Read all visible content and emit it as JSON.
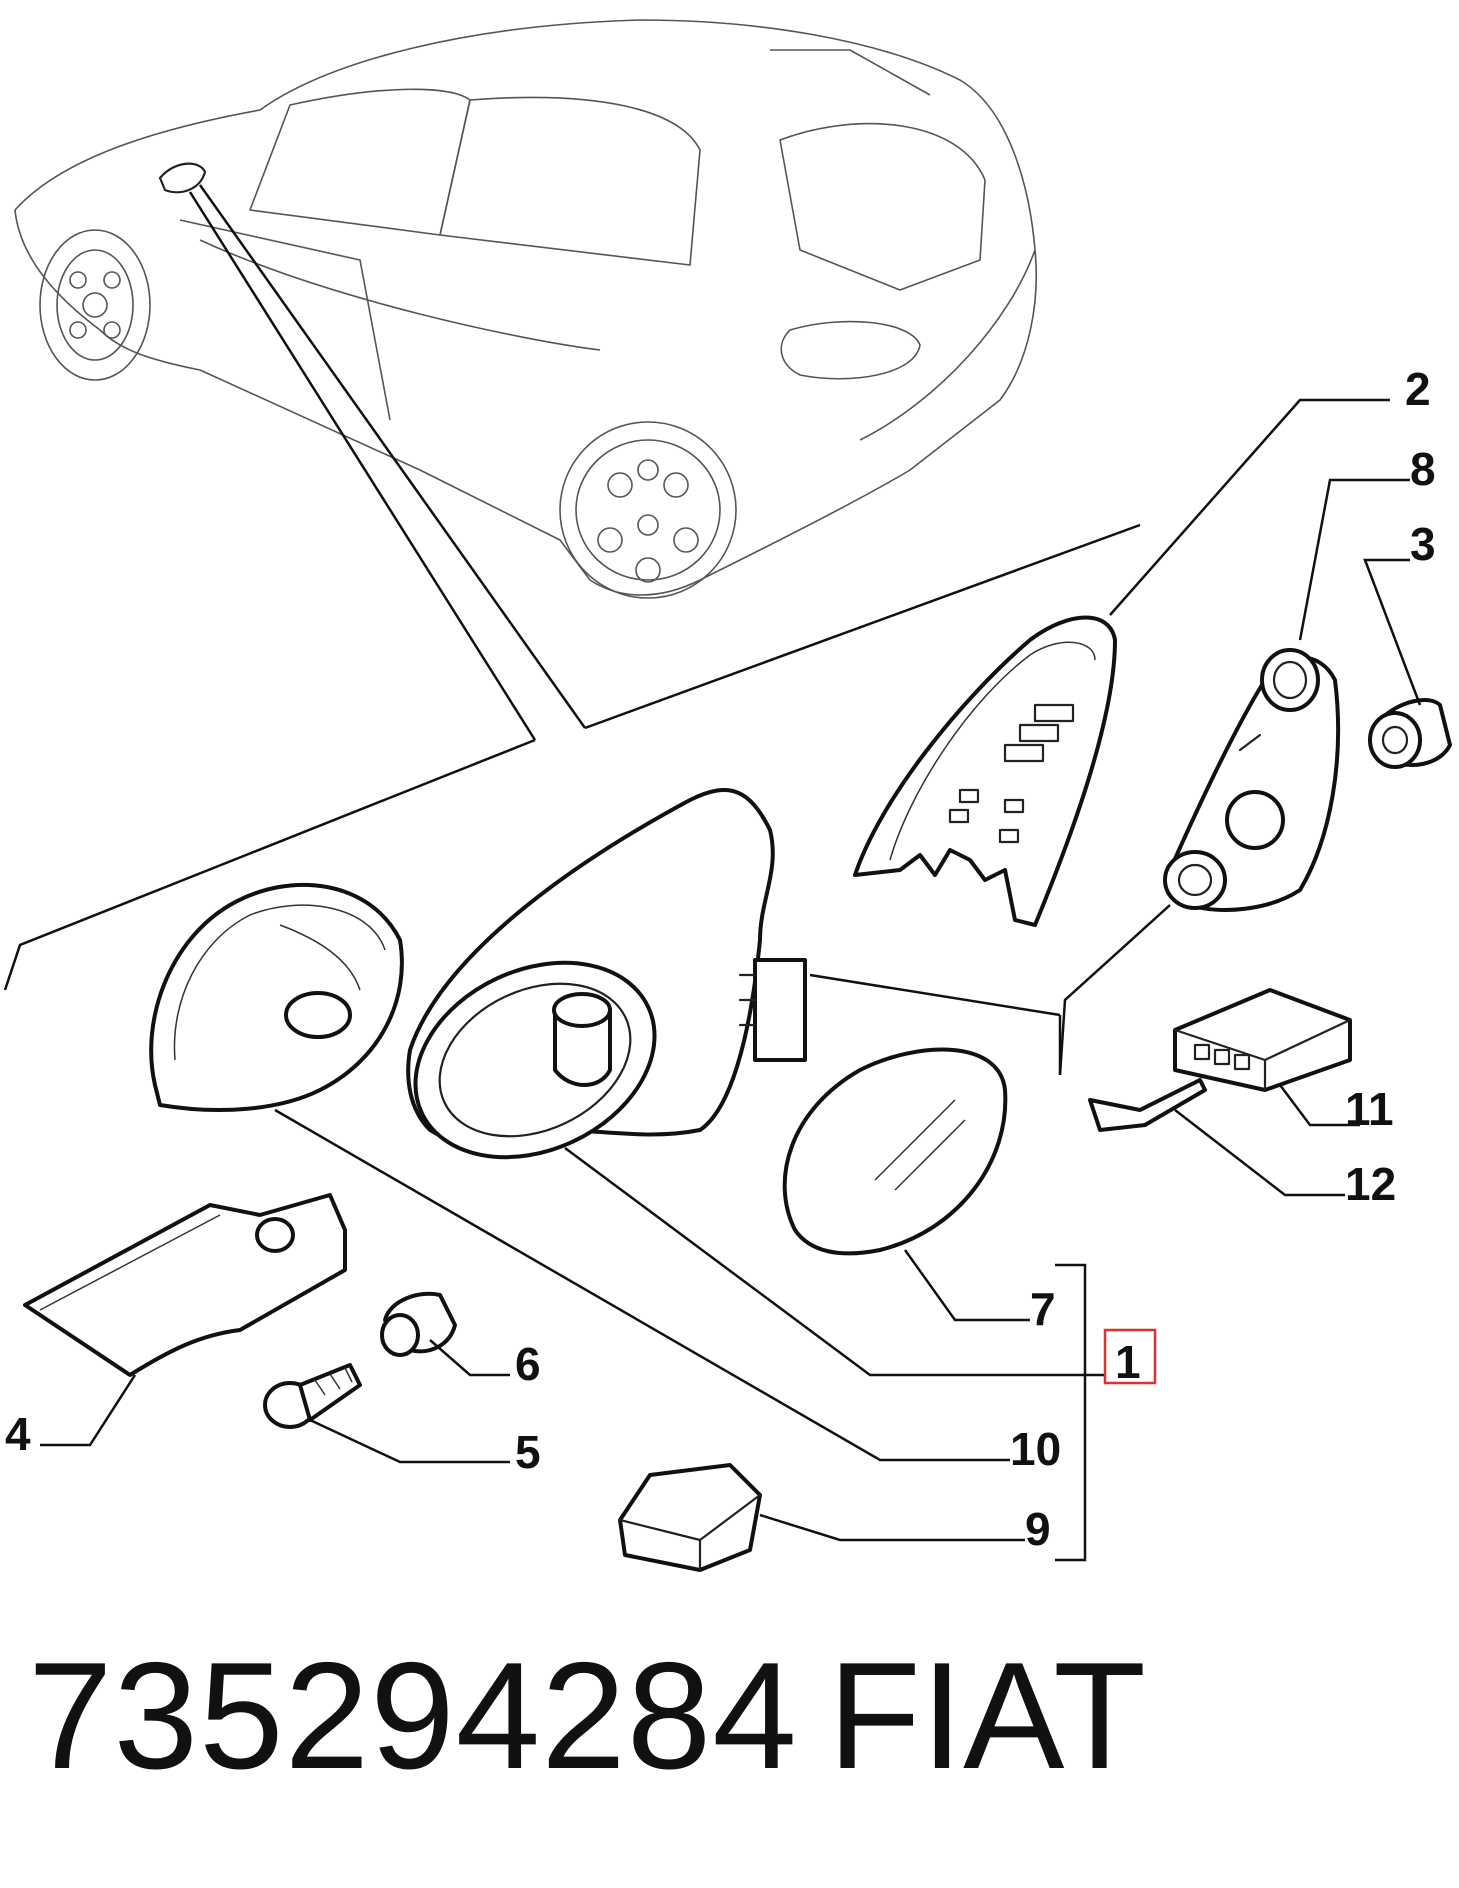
{
  "diagram": {
    "callouts": [
      {
        "id": "c2",
        "label": "2"
      },
      {
        "id": "c8",
        "label": "8"
      },
      {
        "id": "c3",
        "label": "3"
      },
      {
        "id": "c11",
        "label": "11"
      },
      {
        "id": "c12",
        "label": "12"
      },
      {
        "id": "c7",
        "label": "7"
      },
      {
        "id": "c1",
        "label": "1"
      },
      {
        "id": "c6",
        "label": "6"
      },
      {
        "id": "c4",
        "label": "4"
      },
      {
        "id": "c5",
        "label": "5"
      },
      {
        "id": "c10",
        "label": "10"
      },
      {
        "id": "c9",
        "label": "9"
      }
    ],
    "highlight_color": "#e03030"
  },
  "footer": {
    "part_number": "735294284",
    "brand": "FIAT"
  }
}
